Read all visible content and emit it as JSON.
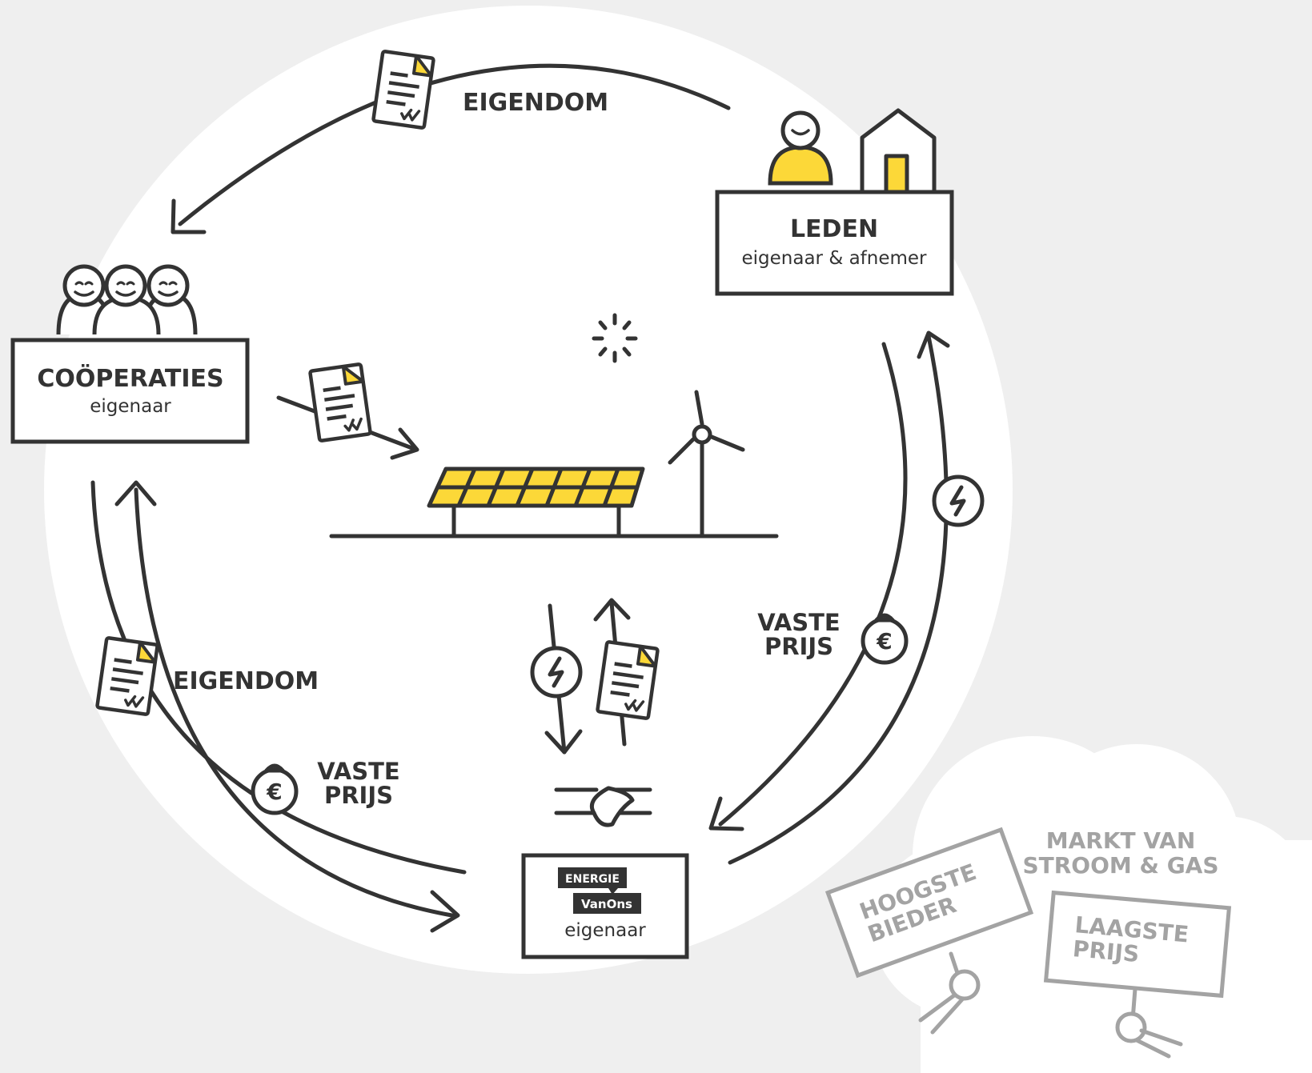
{
  "labels": {
    "eigendom_top": "EIGENDOM",
    "eigendom_left": "EIGENDOM",
    "vaste_prijs_right": [
      "VASTE",
      "PRIJS"
    ],
    "vaste_prijs_left": [
      "VASTE",
      "PRIJS"
    ]
  },
  "nodes": {
    "leden": {
      "title": "LEDEN",
      "subtitle": "eigenaar & afnemer"
    },
    "cooperaties": {
      "title": "COÖPERATIES",
      "subtitle": "eigenaar"
    },
    "energie_vanons": {
      "logo_top": "ENERGIE",
      "logo_bottom": "VanOns",
      "subtitle": "eigenaar"
    }
  },
  "market": {
    "title": [
      "MARKT VAN",
      "STROOM & GAS"
    ],
    "sign_left": [
      "HOOGSTE",
      "BIEDER"
    ],
    "sign_right": [
      "LAAGSTE",
      "PRIJS"
    ]
  },
  "icons": {
    "document": "document-check-icon",
    "lightning": "lightning-circle-icon",
    "money_bag": "euro-moneybag-icon",
    "handshake": "handshake-icon",
    "person": "person-icon",
    "house": "house-icon",
    "solar_panel": "solar-panel-icon",
    "wind_turbine": "wind-turbine-icon",
    "sun": "sun-icon"
  },
  "colors": {
    "background": "#efefef",
    "circle": "#ffffff",
    "line": "#333333",
    "accent": "#fcd838",
    "market_gray": "#a3a3a3"
  }
}
